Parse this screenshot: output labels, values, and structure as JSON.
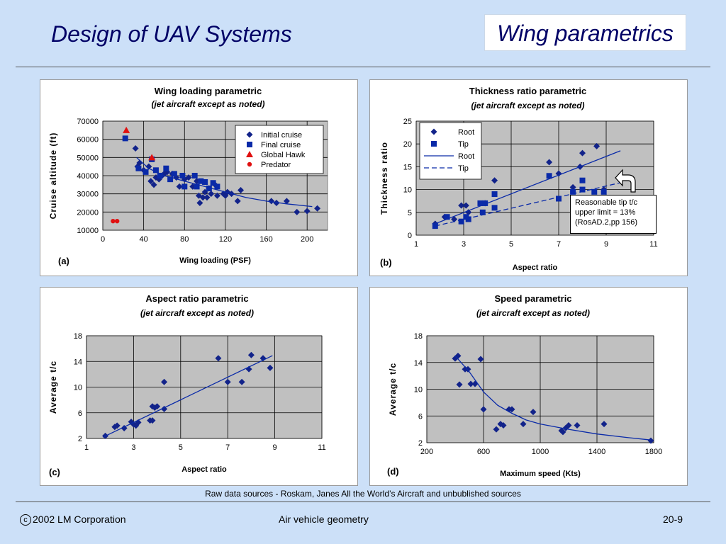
{
  "header": {
    "title": "Design of UAV Systems",
    "section": "Wing parametrics"
  },
  "sources": "Raw data sources - Roskam, Janes All the World’s Aircraft and unbublished sources",
  "footer": {
    "copyright_symbol": "c",
    "copyright": "2002 LM Corporation",
    "topic": "Air vehicle geometry",
    "page": "20-9"
  },
  "callout": {
    "line1": "Reasonable tip t/c",
    "line2": "upper limit = 13%",
    "line3": "(RosAD.2,pp 156)"
  },
  "colors": {
    "plot_bg": "#c0c0c0",
    "series_blue": "#0a2aa8",
    "marker_dark": "#12238a",
    "red": "#e01010",
    "slide_bg": "#cce0f8"
  },
  "chart_data": [
    {
      "id": "a",
      "panel_label": "(a)",
      "type": "scatter",
      "title": "Wing loading parametric",
      "subtitle": "(jet aircraft except as noted)",
      "xlabel": "Wing loading (PSF)",
      "ylabel": "Cruise altitude (ft)",
      "xlim": [
        0,
        220
      ],
      "ylim": [
        10000,
        70000
      ],
      "xticks": [
        0,
        40,
        80,
        120,
        160,
        200
      ],
      "yticks": [
        10000,
        20000,
        30000,
        40000,
        50000,
        60000,
        70000
      ],
      "tick_labels_y": [
        "10000",
        "20000",
        "30000",
        "40000",
        "50000",
        "60000",
        "70000"
      ],
      "legend_position": "top-right",
      "series": [
        {
          "name": "Initial cruise",
          "marker": "diamond",
          "color": "#12238a",
          "points": [
            [
              32,
              55000
            ],
            [
              34,
              45000
            ],
            [
              36,
              47000
            ],
            [
              40,
              43000
            ],
            [
              45,
              45000
            ],
            [
              47,
              37000
            ],
            [
              50,
              35000
            ],
            [
              52,
              39000
            ],
            [
              55,
              38000
            ],
            [
              58,
              40000
            ],
            [
              60,
              41000
            ],
            [
              63,
              42000
            ],
            [
              68,
              41000
            ],
            [
              72,
              39000
            ],
            [
              75,
              34000
            ],
            [
              80,
              38000
            ],
            [
              84,
              39000
            ],
            [
              88,
              34000
            ],
            [
              92,
              37000
            ],
            [
              94,
              29000
            ],
            [
              95,
              25000
            ],
            [
              98,
              28000
            ],
            [
              100,
              31000
            ],
            [
              102,
              28000
            ],
            [
              104,
              33000
            ],
            [
              106,
              30000
            ],
            [
              110,
              35000
            ],
            [
              112,
              29000
            ],
            [
              118,
              30000
            ],
            [
              120,
              29000
            ],
            [
              122,
              31000
            ],
            [
              126,
              30000
            ],
            [
              132,
              26000
            ],
            [
              135,
              32000
            ],
            [
              165,
              26000
            ],
            [
              170,
              25000
            ],
            [
              180,
              26000
            ],
            [
              190,
              20000
            ],
            [
              200,
              20500
            ],
            [
              210,
              22000
            ]
          ]
        },
        {
          "name": "Final cruise",
          "marker": "square",
          "color": "#0a2aa8",
          "points": [
            [
              22,
              60500
            ],
            [
              35,
              44000
            ],
            [
              42,
              42000
            ],
            [
              48,
              49000
            ],
            [
              52,
              43000
            ],
            [
              56,
              40000
            ],
            [
              62,
              44000
            ],
            [
              66,
              38000
            ],
            [
              70,
              41000
            ],
            [
              78,
              40000
            ],
            [
              80,
              34000
            ],
            [
              90,
              40000
            ],
            [
              92,
              34000
            ],
            [
              96,
              37000
            ],
            [
              100,
              36500
            ],
            [
              104,
              33000
            ],
            [
              108,
              36000
            ],
            [
              112,
              34000
            ]
          ]
        },
        {
          "name": "Global Hawk",
          "marker": "triangle",
          "color": "#e01010",
          "points": [
            [
              23,
              65000
            ],
            [
              48,
              50000
            ]
          ]
        },
        {
          "name": "Predator",
          "marker": "circle",
          "color": "#e01010",
          "points": [
            [
              10,
              15000
            ],
            [
              14,
              15000
            ]
          ]
        },
        {
          "marker": "line",
          "color": "#0a2aa8",
          "points": [
            [
              33,
              50000
            ],
            [
              45,
              44000
            ],
            [
              60,
              40000
            ],
            [
              80,
              37000
            ],
            [
              100,
              34000
            ],
            [
              120,
              31000
            ],
            [
              140,
              28000
            ],
            [
              160,
              26000
            ],
            [
              180,
              24500
            ],
            [
              205,
              23000
            ]
          ]
        }
      ]
    },
    {
      "id": "b",
      "panel_label": "(b)",
      "type": "scatter",
      "title": "Thickness ratio parametric",
      "subtitle": "(jet aircraft except as noted)",
      "xlabel": "Aspect ratio",
      "ylabel": "Thickness ratio",
      "xlim": [
        1,
        11
      ],
      "ylim": [
        0,
        25
      ],
      "xticks": [
        1,
        3,
        5,
        7,
        9,
        11
      ],
      "yticks": [
        0,
        5,
        10,
        15,
        20,
        25
      ],
      "legend_position": "top-left",
      "series": [
        {
          "name": "Root",
          "marker": "diamond",
          "color": "#12238a",
          "points": [
            [
              1.8,
              2.5
            ],
            [
              2.2,
              4
            ],
            [
              2.6,
              3.5
            ],
            [
              2.9,
              6.5
            ],
            [
              3.1,
              6.5
            ],
            [
              3.2,
              5
            ],
            [
              3.9,
              7
            ],
            [
              4.3,
              12
            ],
            [
              6.6,
              16
            ],
            [
              7.0,
              13.5
            ],
            [
              7.6,
              10.5
            ],
            [
              7.9,
              15
            ],
            [
              8.0,
              18
            ],
            [
              8.6,
              19.5
            ],
            [
              8.9,
              10
            ]
          ]
        },
        {
          "name": "Tip",
          "marker": "square",
          "color": "#0a2aa8",
          "points": [
            [
              1.8,
              2
            ],
            [
              2.3,
              4
            ],
            [
              2.9,
              3
            ],
            [
              3.1,
              4
            ],
            [
              3.2,
              3.5
            ],
            [
              3.7,
              7
            ],
            [
              3.8,
              5
            ],
            [
              3.9,
              7
            ],
            [
              4.3,
              9
            ],
            [
              4.3,
              6
            ],
            [
              6.6,
              13
            ],
            [
              7.0,
              8
            ],
            [
              7.6,
              9.5
            ],
            [
              8.0,
              10
            ],
            [
              8.0,
              12
            ],
            [
              8.5,
              9.5
            ],
            [
              8.9,
              9.5
            ]
          ]
        },
        {
          "name": "Root",
          "marker": "line",
          "color": "#0a2aa8",
          "points": [
            [
              1.8,
              2.5
            ],
            [
              9.6,
              18.5
            ]
          ]
        },
        {
          "name": "Tip",
          "marker": "dashed",
          "color": "#0a2aa8",
          "points": [
            [
              1.8,
              2
            ],
            [
              9.6,
              11.5
            ]
          ]
        }
      ]
    },
    {
      "id": "c",
      "panel_label": "(c)",
      "type": "scatter",
      "title": "Aspect ratio parametric",
      "subtitle": "(jet aircraft except as noted)",
      "xlabel": "Aspect ratio",
      "ylabel": "Average t/c",
      "xlim": [
        1,
        11
      ],
      "ylim": [
        2,
        18
      ],
      "xticks": [
        1,
        3,
        5,
        7,
        9,
        11
      ],
      "yticks": [
        2,
        6,
        10,
        14,
        18
      ],
      "series": [
        {
          "marker": "diamond",
          "color": "#12238a",
          "points": [
            [
              1.8,
              2.4
            ],
            [
              2.2,
              3.8
            ],
            [
              2.3,
              4
            ],
            [
              2.6,
              3.6
            ],
            [
              2.9,
              4.6
            ],
            [
              3.0,
              4.2
            ],
            [
              3.1,
              4
            ],
            [
              3.2,
              4.5
            ],
            [
              3.7,
              4.8
            ],
            [
              3.8,
              4.8
            ],
            [
              3.8,
              7
            ],
            [
              3.9,
              6.8
            ],
            [
              4.0,
              7
            ],
            [
              4.3,
              6.6
            ],
            [
              4.3,
              10.8
            ],
            [
              6.6,
              14.5
            ],
            [
              7.0,
              10.8
            ],
            [
              7.6,
              10.8
            ],
            [
              7.9,
              12.8
            ],
            [
              8.0,
              15
            ],
            [
              8.5,
              14.5
            ],
            [
              8.8,
              13
            ]
          ]
        },
        {
          "marker": "line",
          "color": "#0a2aa8",
          "points": [
            [
              1.7,
              2.2
            ],
            [
              8.9,
              14.9
            ]
          ]
        }
      ]
    },
    {
      "id": "d",
      "panel_label": "(d)",
      "type": "scatter",
      "title": "Speed parametric",
      "subtitle": "(jet aircraft except as noted)",
      "xlabel": "Maximum speed (Kts)",
      "ylabel": "Average t/c",
      "xlim": [
        200,
        1800
      ],
      "ylim": [
        2,
        18
      ],
      "xticks": [
        200,
        600,
        1000,
        1400,
        1800
      ],
      "yticks": [
        2,
        6,
        10,
        14,
        18
      ],
      "series": [
        {
          "marker": "diamond",
          "color": "#12238a",
          "points": [
            [
              400,
              14.6
            ],
            [
              420,
              15
            ],
            [
              430,
              10.7
            ],
            [
              470,
              13
            ],
            [
              490,
              13
            ],
            [
              510,
              10.8
            ],
            [
              540,
              10.8
            ],
            [
              580,
              14.5
            ],
            [
              600,
              7
            ],
            [
              690,
              4
            ],
            [
              720,
              4.8
            ],
            [
              740,
              4.6
            ],
            [
              780,
              7
            ],
            [
              800,
              7
            ],
            [
              880,
              4.8
            ],
            [
              950,
              6.6
            ],
            [
              1150,
              3.8
            ],
            [
              1160,
              3.6
            ],
            [
              1180,
              4.2
            ],
            [
              1200,
              4.6
            ],
            [
              1260,
              4.6
            ],
            [
              1450,
              4.8
            ],
            [
              1780,
              2.3
            ]
          ]
        },
        {
          "marker": "line",
          "color": "#0a2aa8",
          "points": [
            [
              400,
              15
            ],
            [
              500,
              12.6
            ],
            [
              600,
              9.6
            ],
            [
              700,
              7.6
            ],
            [
              800,
              6.4
            ],
            [
              900,
              5.4
            ],
            [
              1000,
              4.8
            ],
            [
              1200,
              4
            ],
            [
              1400,
              3.3
            ],
            [
              1600,
              2.8
            ],
            [
              1780,
              2.4
            ]
          ]
        }
      ]
    }
  ]
}
